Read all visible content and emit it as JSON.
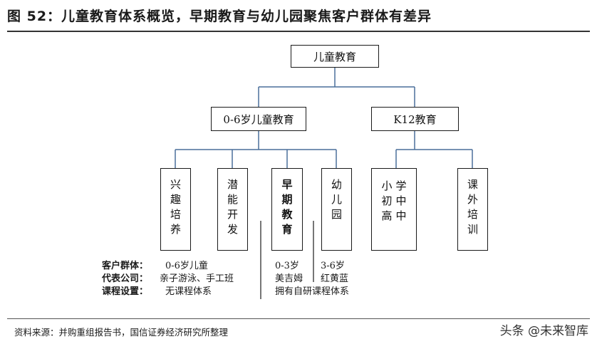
{
  "title": "图 52：儿童教育体系概览，早期教育与幼儿园聚焦客户群体有差异",
  "root": "儿童教育",
  "level1": {
    "left": "0-6岁儿童教育",
    "right": "K12教育"
  },
  "left_children": [
    "兴趣培养",
    "潜能开发",
    "早期教育",
    "幼儿园"
  ],
  "right_children": [
    "小学初中高中",
    "课外培训"
  ],
  "xiaoxue_grid": [
    "小",
    "学",
    "初",
    "中",
    "高",
    "中"
  ],
  "info": {
    "labels": [
      "客户群体：",
      "代表公司：",
      "课程设置："
    ],
    "group1": [
      "0-6岁儿童",
      "亲子游泳、手工班",
      "无课程体系"
    ],
    "group2": [
      "0-3岁",
      "美吉姆"
    ],
    "group3": [
      "3-6岁",
      "红黄蓝"
    ],
    "shared": "拥有自研课程体系"
  },
  "source": "资料来源：并购重组报告书，国信证券经济研究所整理",
  "watermark": "头条 @未来智库",
  "colors": {
    "connector": "#4a6f9a",
    "box_border": "#1a1a1a"
  }
}
